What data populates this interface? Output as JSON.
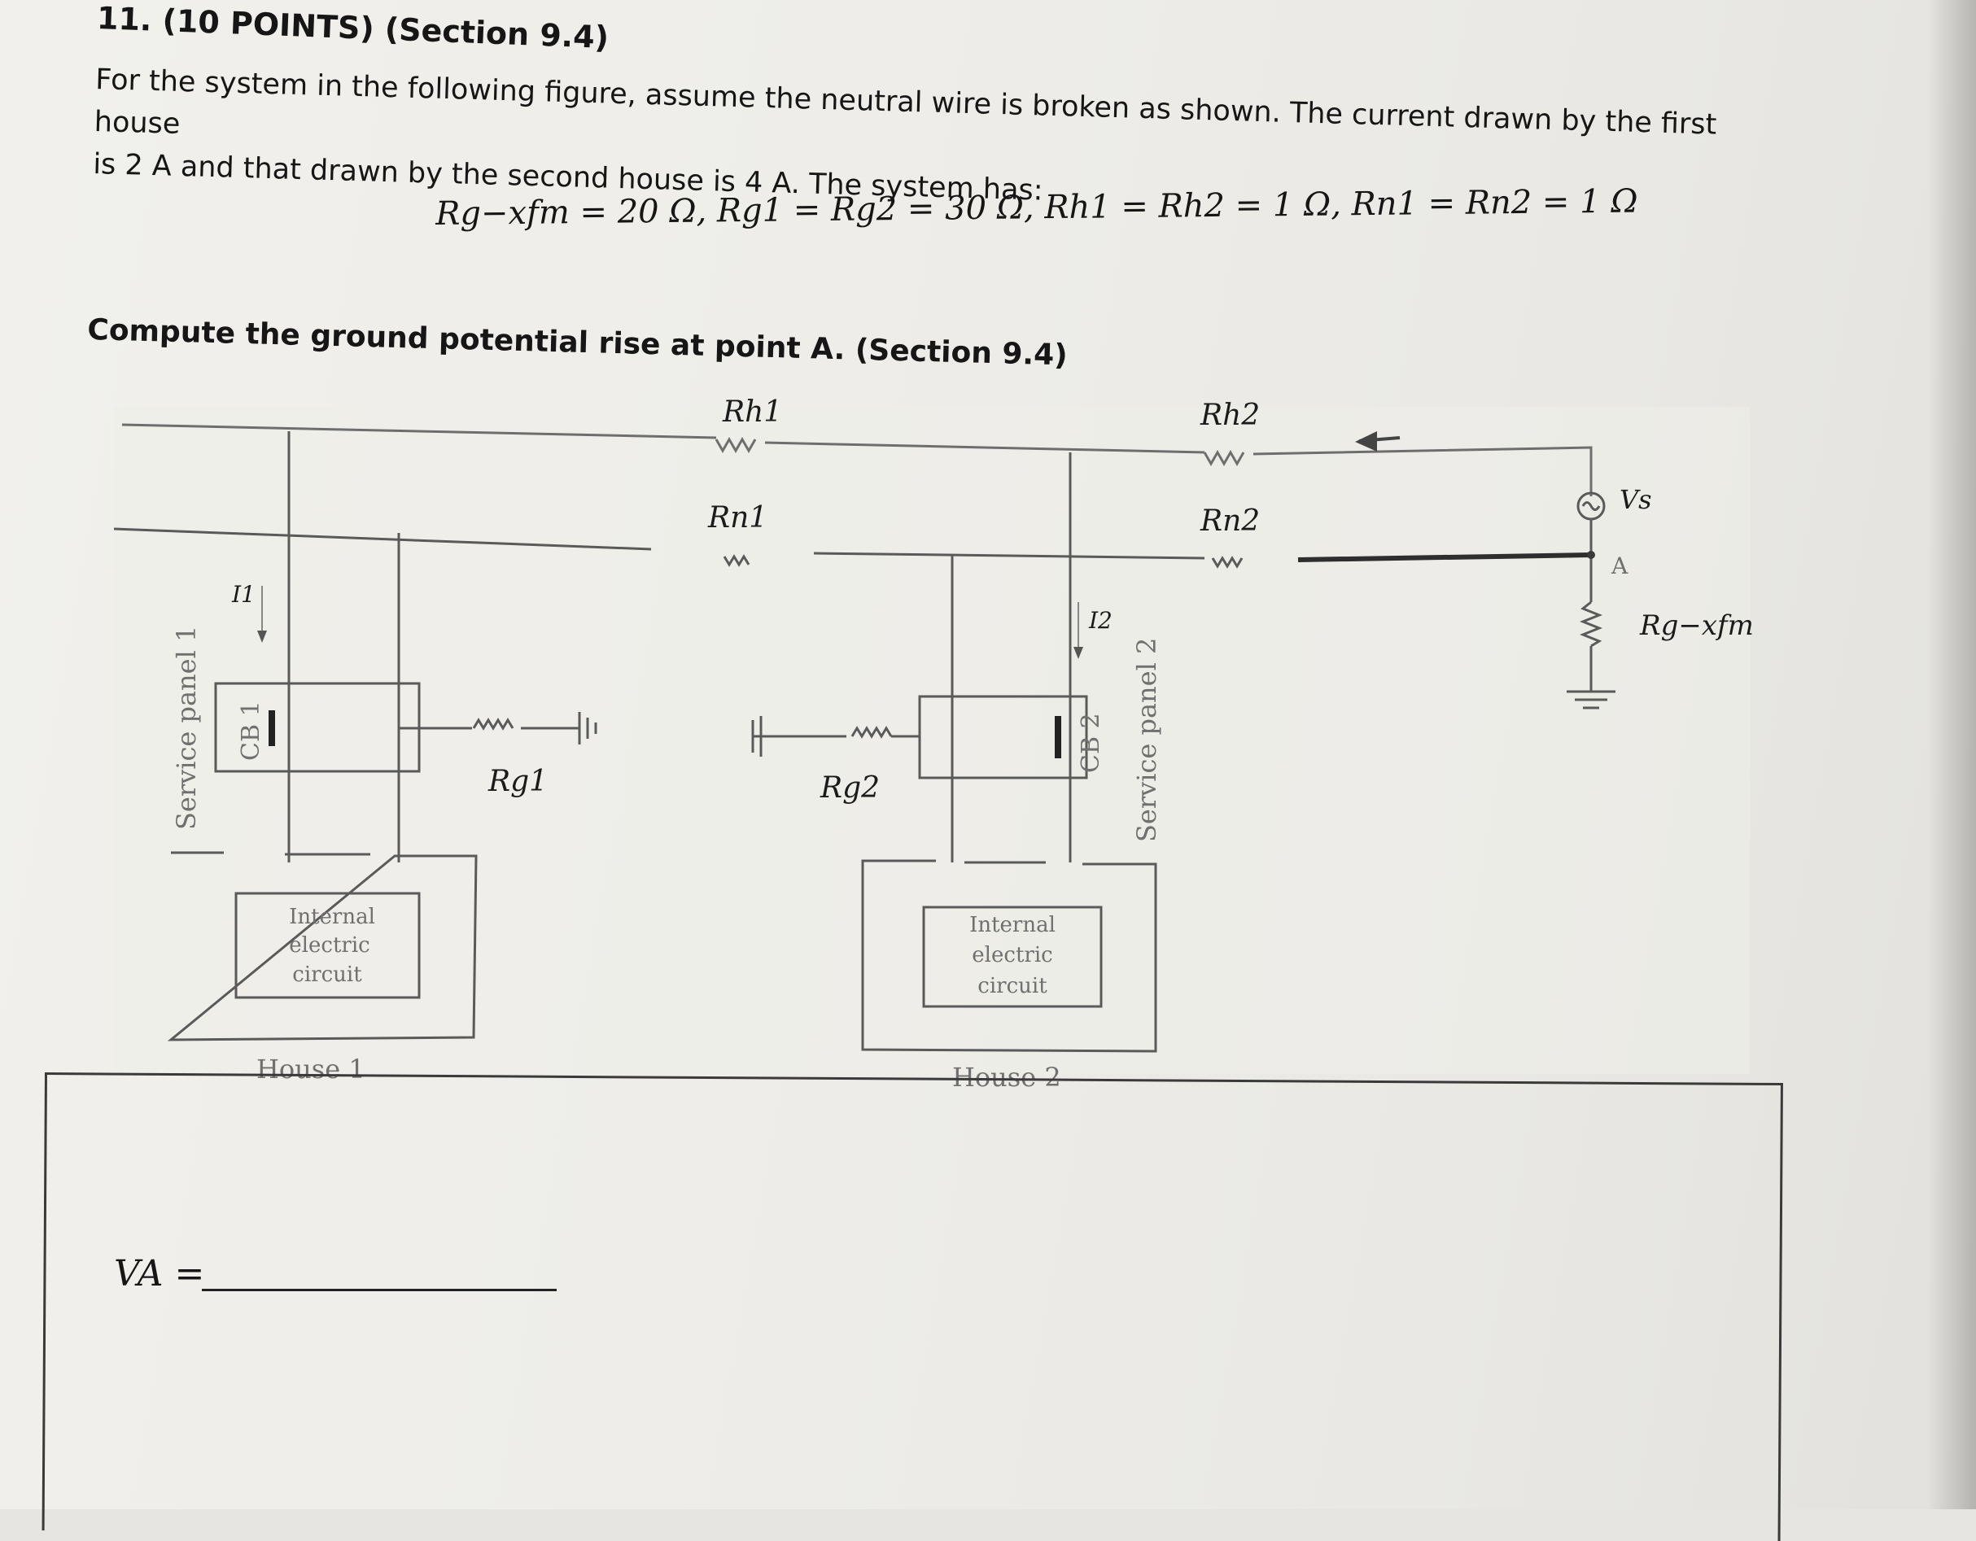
{
  "problem": {
    "header": "11. (10 POINTS) (Section 9.4)",
    "intro_line1": "For the system in the following figure, assume the neutral wire is broken as shown. The current drawn by the first house",
    "intro_line2": "is 2 A and that drawn by the second house is 4 A. The system has:",
    "equation": "Rg−xfm = 20 Ω, Rg1 = Rg2 = 30 Ω, Rh1 = Rh2 = 1 Ω, Rn1 = Rn2 = 1 Ω",
    "question": "Compute the ground potential rise at point A. (Section 9.4)"
  },
  "figure": {
    "rh1": "Rh1",
    "rh2": "Rh2",
    "rn1": "Rn1",
    "rn2": "Rn2",
    "rg1": "Rg1",
    "rg2": "Rg2",
    "rgxfm": "Rg−xfm",
    "vs": "Vs",
    "point_a": "A",
    "i1": "I1",
    "i2": "I2",
    "service_panel_1": "Service panel 1",
    "service_panel_2": "Service panel 2",
    "cb1": "CB 1",
    "cb2": "CB 2",
    "internal_1": [
      "Internal",
      "electric",
      "circuit"
    ],
    "internal_2": [
      "Internal",
      "electric",
      "circuit"
    ],
    "house_1": "House 1",
    "house_2": "House 2"
  },
  "answer": {
    "label": "VA ="
  }
}
